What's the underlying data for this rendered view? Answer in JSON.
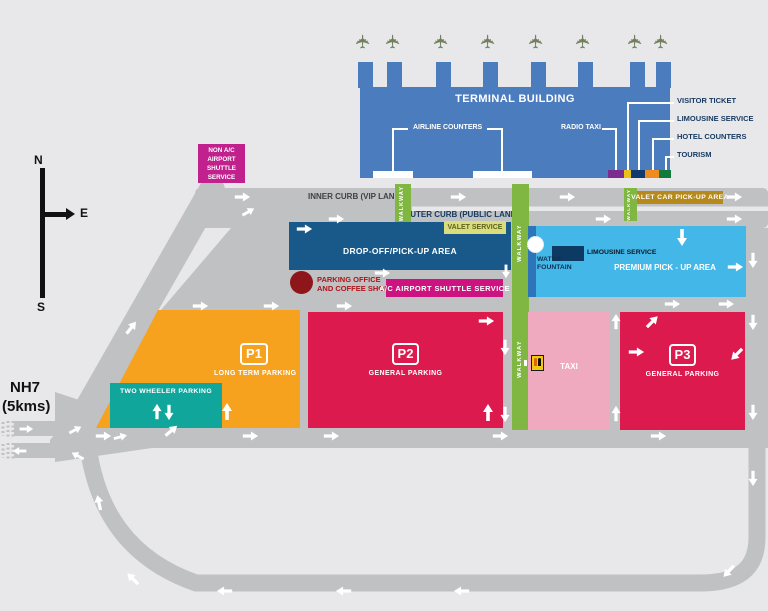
{
  "compass": {
    "north": "N",
    "east": "E",
    "south": "S"
  },
  "highway": {
    "line1": "NH7",
    "line2": "(5kms)"
  },
  "terminal": {
    "title": "TERMINAL BUILDING",
    "airline_counters": "AIRLINE COUNTERS",
    "radio_taxi": "RADIO TAXI"
  },
  "legend": {
    "visitor_ticket": "VISITOR TICKET",
    "limousine_service": "LIMOUSINE SERVICE",
    "hotel_counters": "HOTEL COUNTERS",
    "tourism": "TOURISM"
  },
  "curbs": {
    "inner": "INNER CURB (VIP LANE)",
    "outer": "OUTER CURB (PUBLIC LANE)"
  },
  "walkway_label": "WALKWAY",
  "services": {
    "non_ac_shuttle": {
      "line1": "NON A/C",
      "line2": "AIRPORT",
      "line3": "SHUTTLE",
      "line4": "SERVICE"
    },
    "valet_service": "VALET SERVICE",
    "valet_car_pickup": "VALET CAR PICK-UP AREA",
    "drop_off": "DROP-OFF/PICK-UP AREA",
    "parking_office": {
      "line1": "PARKING OFFICE",
      "line2": "AND COFFEE SHOP"
    },
    "ac_shuttle": "A/C AIRPORT SHUTTLE SERVICE",
    "limousine_service": "LIMOUSINE SERVICE",
    "water_fountain": {
      "line1": "WATER",
      "line2": "FOUNTAIN"
    },
    "premium_pickup": "PREMIUM PICK - UP AREA",
    "taxi": "TAXI"
  },
  "parking": {
    "p1": {
      "code": "P1",
      "label": "LONG TERM PARKING"
    },
    "p2": {
      "code": "P2",
      "label": "GENERAL PARKING"
    },
    "p3": {
      "code": "P3",
      "label": "GENERAL PARKING"
    },
    "two_wheeler": "TWO WHEELER PARKING"
  },
  "colors": {
    "terminal_blue": "#4A7CBE",
    "drop_off_blue": "#19598A",
    "premium_blue": "#44B7E9",
    "walkway_green": "#7FB742",
    "parking_orange": "#F6A21F",
    "parking_red": "#DC1A4E",
    "two_wheeler_teal": "#11A69C",
    "taxi_pink": "#EFAABF",
    "shuttle_magenta": "#C9117E",
    "valet_yellow_green": "#D9DD7D",
    "valet_gold": "#B5891B",
    "road_gray": "#BFC1C3",
    "radio_taxi_purple": "#7B2D8E",
    "visitor_ticket_yellow": "#E8C21B",
    "limousine_navy": "#123A6E",
    "hotel_counters_orange": "#F08C1E",
    "tourism_green": "#0F7A3C",
    "parking_office_dark_red": "#8E161B"
  }
}
